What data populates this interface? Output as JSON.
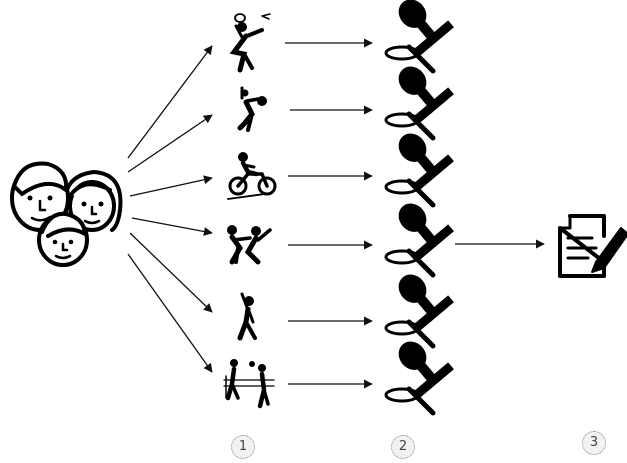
{
  "diagram": {
    "source": {
      "icon": "family-icon"
    },
    "activities": [
      {
        "icon": "badminton-icon"
      },
      {
        "icon": "volleyball-icon"
      },
      {
        "icon": "motorbike-icon"
      },
      {
        "icon": "judo-icon"
      },
      {
        "icon": "stretching-icon"
      },
      {
        "icon": "volleyball-net-icon"
      }
    ],
    "stamps": {
      "icon": "rubber-stamp-icon",
      "count": 6
    },
    "result": {
      "icon": "signed-document-icon"
    },
    "steps": [
      {
        "label": "1"
      },
      {
        "label": "2"
      },
      {
        "label": "3"
      }
    ]
  }
}
